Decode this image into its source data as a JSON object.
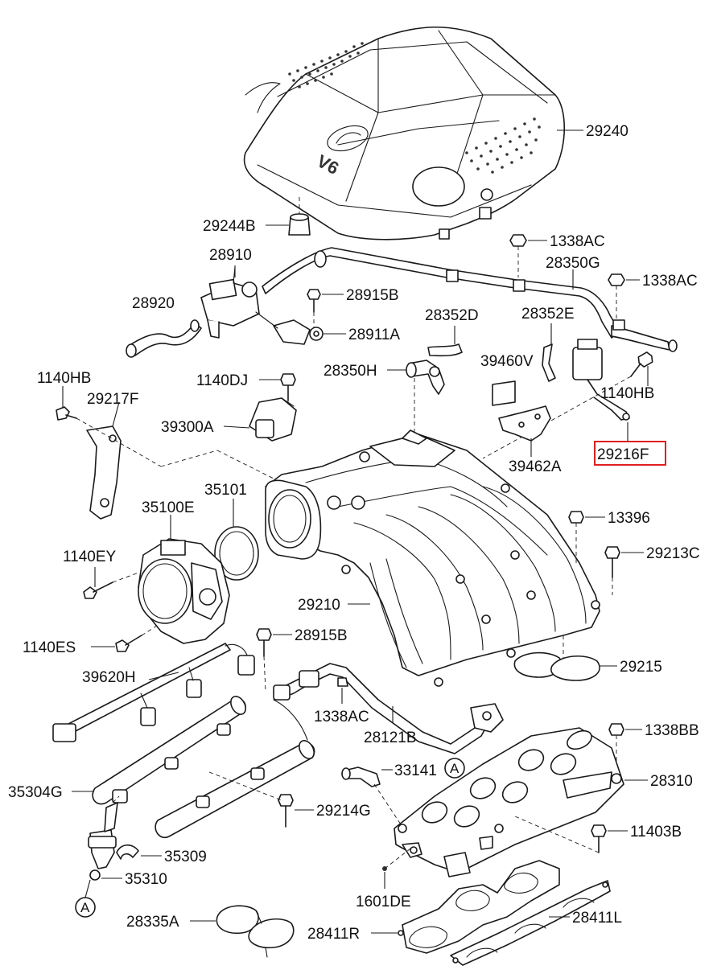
{
  "labels": {
    "p29240": "29240",
    "p29244B": "29244B",
    "p28910": "28910",
    "p28920": "28920",
    "p28915B_top": "28915B",
    "p28911A": "28911A",
    "p1338AC_a": "1338AC",
    "p28350G": "28350G",
    "p1338AC_b": "1338AC",
    "p28352D": "28352D",
    "p28352E": "28352E",
    "p39460V": "39460V",
    "p28350H": "28350H",
    "p1140HB_left": "1140HB",
    "p29217F": "29217F",
    "p1140DJ": "1140DJ",
    "p39300A": "39300A",
    "p1140HB_right": "1140HB",
    "p29216F": "29216F",
    "p39462A": "39462A",
    "p35101": "35101",
    "p35100E": "35100E",
    "p13396": "13396",
    "p29213C": "29213C",
    "p1140EY": "1140EY",
    "p29210": "29210",
    "p1140ES": "1140ES",
    "p28915B_mid": "28915B",
    "p29215": "29215",
    "p39620H": "39620H",
    "p1338AC_c": "1338AC",
    "p28121B": "28121B",
    "p1338BB": "1338BB",
    "p33141": "33141",
    "p28310": "28310",
    "p35304G": "35304G",
    "p29214G": "29214G",
    "p11403B": "11403B",
    "p35309": "35309",
    "p35310": "35310",
    "p1601DE": "1601DE",
    "p28335A": "28335A",
    "p28411R": "28411R",
    "p28411L": "28411L",
    "ref_A_top": "A",
    "ref_A_bottom": "A"
  },
  "cover_badge": "V6",
  "highlight": {
    "part": "29216F",
    "color": "#e02020"
  }
}
